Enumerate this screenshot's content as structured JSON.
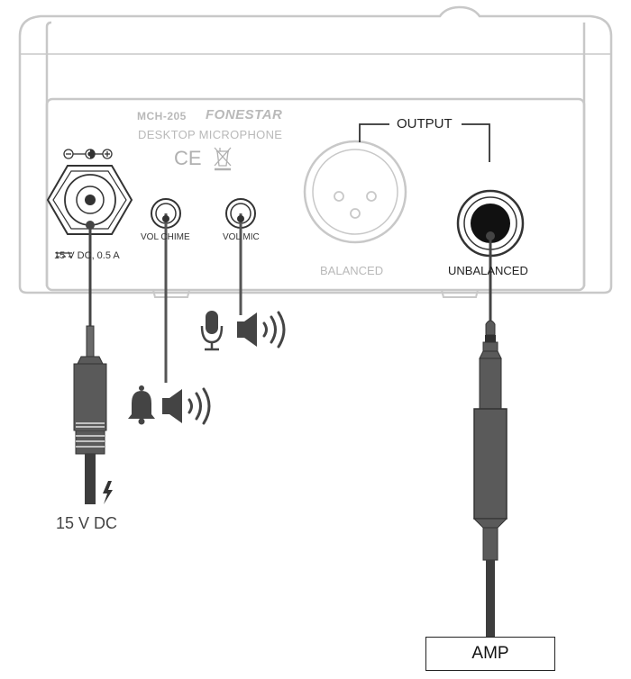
{
  "device": {
    "model": "MCH-205",
    "brand": "FONESTAR",
    "subtitle": "DESKTOP MICROPHONE",
    "ce_mark": "CE"
  },
  "labels": {
    "power_rating": "15 V DC, 0.5 A",
    "vol_chime": "VOL CHIME",
    "vol_mic": "VOL MIC",
    "output": "OUTPUT",
    "balanced": "BALANCED",
    "unbalanced": "UNBALANCED",
    "dc_input": "15 V DC",
    "amp": "AMP"
  },
  "icons": {
    "dc_polarity": "dc-polarity-icon",
    "weee": "weee-bin-icon",
    "microphone": "microphone-icon",
    "speaker": "speaker-icon",
    "bell": "bell-icon",
    "lightning": "lightning-icon",
    "dc_symbol": "dc-symbol-icon"
  },
  "colors": {
    "outline_light": "#c8c8c8",
    "connector_dark": "#5a5a5a",
    "cable": "#3d3d3d",
    "text_dark": "#222222",
    "text_light": "#b9b9b9"
  }
}
